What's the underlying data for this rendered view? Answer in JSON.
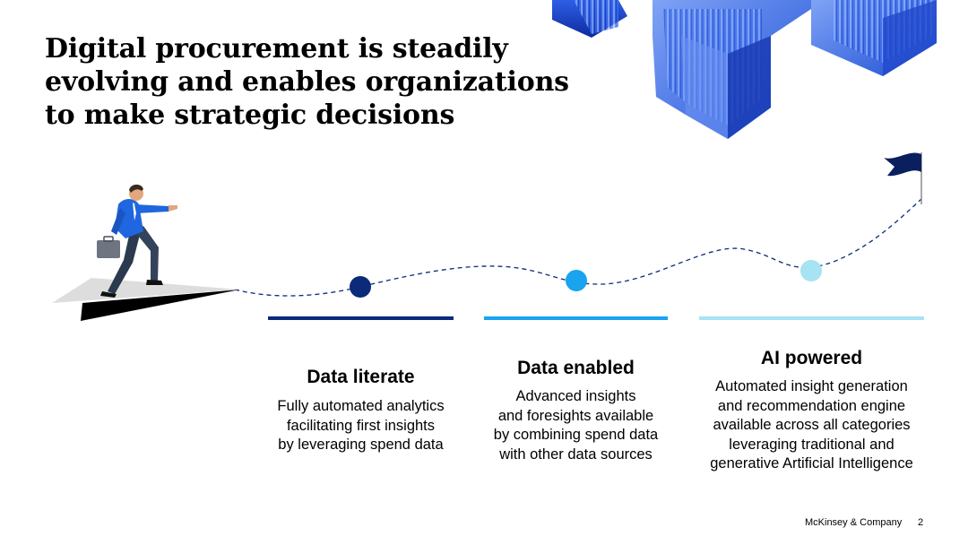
{
  "title_lines": [
    "Digital procurement is steadily",
    "evolving and enables organizations",
    "to make strategic decisions"
  ],
  "stages": [
    {
      "title": "Data literate",
      "color": "#0c2a7a",
      "description_lines": [
        "Fully automated analytics",
        "facilitating first insights",
        "by leveraging spend data"
      ]
    },
    {
      "title": "Data enabled",
      "color": "#1aa3ee",
      "description_lines": [
        "Advanced insights",
        "and foresights available",
        "by combining spend data",
        "with other data sources"
      ]
    },
    {
      "title": "AI powered",
      "color": "#9fe0f2",
      "description_lines": [
        "Automated insight generation",
        "and recommendation engine",
        "available across all categories",
        "leveraging traditional and",
        "generative Artificial Intelligence"
      ]
    }
  ],
  "footer": {
    "brand": "McKinsey & Company",
    "page": "2"
  },
  "colors": {
    "navy": "#0c2a7a",
    "blue": "#1aa3ee",
    "light_blue": "#9fe0f2",
    "cube_blue": "#2b5fe0",
    "flag": "#0a1f5e"
  }
}
